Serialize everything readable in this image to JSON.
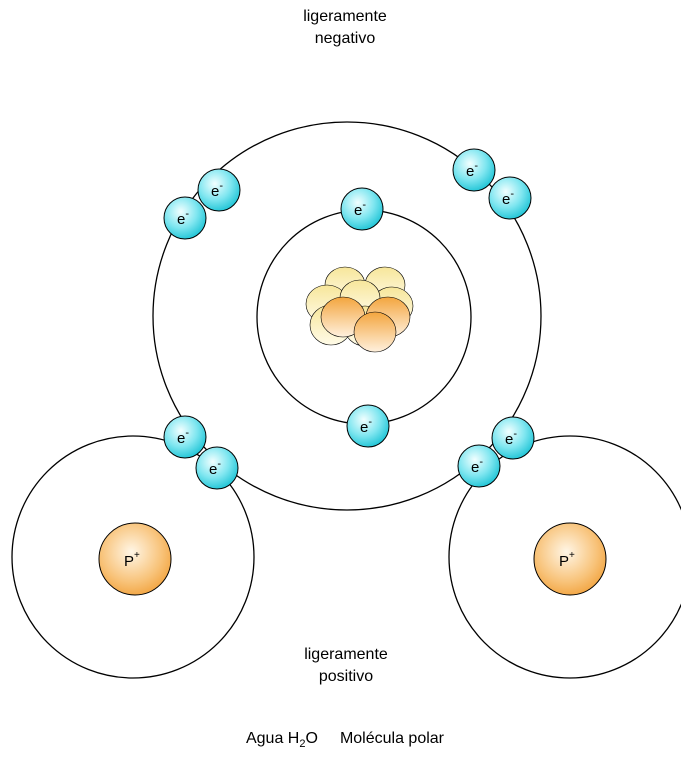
{
  "labels": {
    "top_line1": "ligeramente",
    "top_line2": "negativo",
    "bottom_line1": "ligeramente",
    "bottom_line2": "positivo"
  },
  "caption": {
    "agua": "Agua H",
    "subscript": "2",
    "o": "O",
    "polar": "Molécula polar"
  },
  "electron": {
    "symbol": "e",
    "charge": "-"
  },
  "proton": {
    "symbol": "P",
    "charge": "+"
  },
  "colors": {
    "electron_light": "#e6ffff",
    "electron_dark": "#1ec8d8",
    "proton_light": "#fff3e0",
    "proton_dark": "#f2a33a",
    "nucleon_yellow": "#f6e08a",
    "nucleon_orange": "#f4b04a"
  }
}
